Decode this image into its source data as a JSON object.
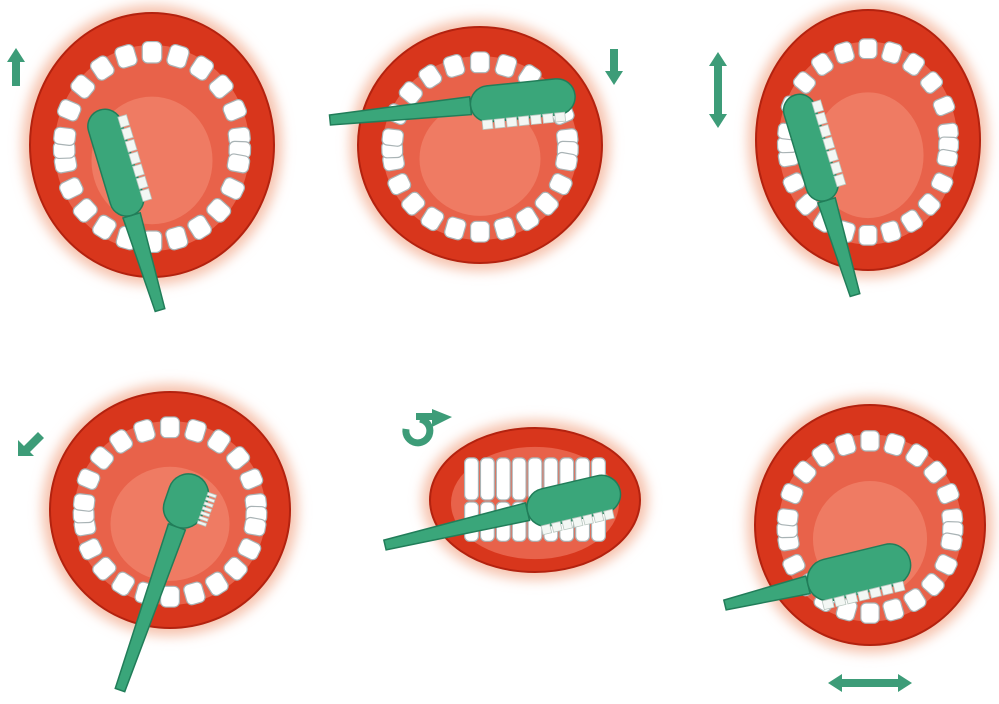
{
  "figure": {
    "panels": [
      {
        "id": "p1",
        "technique": "outer-front-upper",
        "motion": "up-arrow"
      },
      {
        "id": "p2",
        "technique": "outer-side-upper",
        "motion": "down-arrow"
      },
      {
        "id": "p3",
        "technique": "outer-side-vertical",
        "motion": "up-down-arrow"
      },
      {
        "id": "p4",
        "technique": "inner-front-tilted",
        "motion": "diagonal-arrow"
      },
      {
        "id": "p5",
        "technique": "chewing-surface-closed",
        "motion": "circular-arrow"
      },
      {
        "id": "p6",
        "technique": "chewing-surface-lower",
        "motion": "left-right-arrow"
      }
    ],
    "colors": {
      "lip": "#d8361c",
      "lip_dark": "#b3220f",
      "lip_glow": "#f6c3ae",
      "mouth": "#e8624a",
      "tongue": "#ef7b63",
      "tooth": "#ffffff",
      "tooth_line": "#a9b3b5",
      "brush": "#3aa67a",
      "brush_dark": "#217d59",
      "arrow": "#3d9c78"
    }
  }
}
